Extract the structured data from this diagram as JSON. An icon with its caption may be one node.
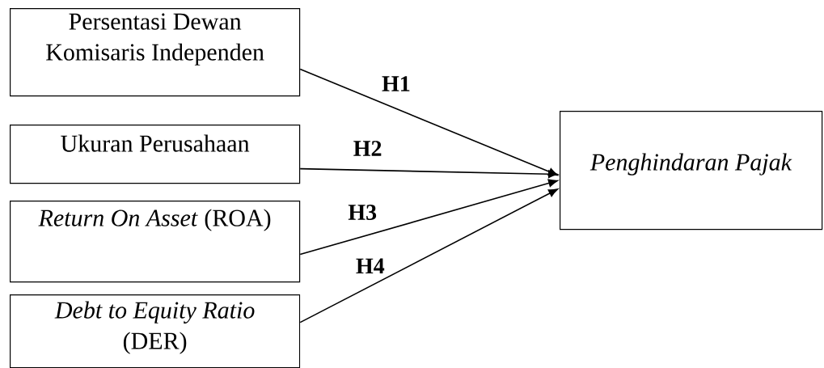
{
  "diagram": {
    "nodes": [
      {
        "text": [
          "Persentasi Dewan Komisaris Independen"
        ]
      },
      {
        "text": [
          "Ukuran Perusahaan"
        ]
      },
      {
        "text": [
          "*Return On Asset* (ROA)"
        ]
      },
      {
        "text": [
          "*Debt to Equity Ratio* (DER)"
        ]
      },
      {
        "text": [
          "*Penghindaran Pajak*"
        ]
      }
    ],
    "edges": [
      {
        "from": 0,
        "to": 4,
        "arrow": "to",
        "label": "H1"
      },
      {
        "from": 1,
        "to": 4,
        "arrow": "to",
        "label": "H2"
      },
      {
        "from": 2,
        "to": 4,
        "arrow": "to",
        "label": "H3"
      },
      {
        "from": 3,
        "to": 4,
        "arrow": "to",
        "label": "H4"
      }
    ]
  }
}
